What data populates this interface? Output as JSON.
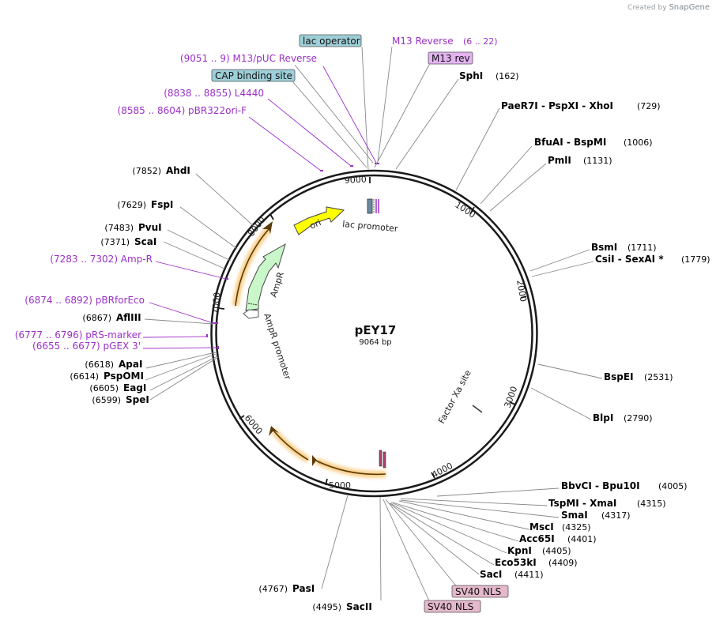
{
  "credit": {
    "prefix": "Created by",
    "brand": "SnapGene"
  },
  "plasmid": {
    "name": "pEY17",
    "length_label": "9064 bp",
    "length": 9064
  },
  "ticks": [
    "1000",
    "2000",
    "3000",
    "4000",
    "5000",
    "6000",
    "7000",
    "8000",
    "9000"
  ],
  "colors": {
    "feature_purple": "#9b30c8",
    "enzyme_text": "#000000",
    "ring": "#1a1a1a",
    "ori": "#ffff00",
    "ampR": "#c9f7c9",
    "box_blue": "#9ecfd8",
    "box_pink": "#e5b8cc",
    "m13_box": "#e3b3f0",
    "orange_glow": "#f7c46e"
  },
  "labels": [
    {
      "name": "lac operator",
      "type": "box_blue"
    },
    {
      "name": "M13 Reverse",
      "range": "(6 .. 22)",
      "type": "purple"
    },
    {
      "name": "M13 rev",
      "type": "box_m13"
    },
    {
      "name": "(9051 .. 9)  M13/pUC Reverse",
      "type": "purple"
    },
    {
      "name": "CAP binding site",
      "type": "box_blue"
    },
    {
      "name": "(8838 .. 8855)  L4440",
      "type": "purple"
    },
    {
      "name": "(8585 .. 8604)  pBR322ori-F",
      "type": "purple"
    },
    {
      "name": "SphI",
      "pos": "(162)",
      "type": "enzyme"
    },
    {
      "name": "PaeR7I  - PspXI  - XhoI",
      "pos": "(729)",
      "type": "enzyme"
    },
    {
      "name": "BfuAI  - BspMI",
      "pos": "(1006)",
      "type": "enzyme"
    },
    {
      "name": "PmlI",
      "pos": "(1131)",
      "type": "enzyme"
    },
    {
      "name": "BsmI",
      "pos": "(1711)",
      "type": "enzyme"
    },
    {
      "name": "CsiI  - SexAI *",
      "pos": "(1779)",
      "type": "enzyme"
    },
    {
      "name": "BspEI",
      "pos": "(2531)",
      "type": "enzyme"
    },
    {
      "name": "BlpI",
      "pos": "(2790)",
      "type": "enzyme"
    },
    {
      "name": "BbvCI  - Bpu10I",
      "pos": "(4005)",
      "type": "enzyme"
    },
    {
      "name": "TspMI  - XmaI",
      "pos": "(4315)",
      "type": "enzyme"
    },
    {
      "name": "SmaI",
      "pos": "(4317)",
      "type": "enzyme"
    },
    {
      "name": "MscI",
      "pos": "(4325)",
      "type": "enzyme"
    },
    {
      "name": "Acc65I",
      "pos": "(4401)",
      "type": "enzyme"
    },
    {
      "name": "KpnI",
      "pos": "(4405)",
      "type": "enzyme"
    },
    {
      "name": "Eco53kI",
      "pos": "(4409)",
      "type": "enzyme"
    },
    {
      "name": "SacI",
      "pos": "(4411)",
      "type": "enzyme"
    },
    {
      "name": "SV40 NLS",
      "type": "box_pink"
    },
    {
      "name": "SV40 NLS",
      "type": "box_pink"
    },
    {
      "name": "SacII",
      "pos": "(4495)",
      "type": "enzyme"
    },
    {
      "name": "PasI",
      "pos": "(4767)",
      "type": "enzyme"
    },
    {
      "name": "AhdI",
      "pos": "(7852)",
      "type": "enzyme"
    },
    {
      "name": "FspI",
      "pos": "(7629)",
      "type": "enzyme"
    },
    {
      "name": "PvuI",
      "pos": "(7483)",
      "type": "enzyme"
    },
    {
      "name": "ScaI",
      "pos": "(7371)",
      "type": "enzyme"
    },
    {
      "name": "(7283 .. 7302)  Amp-R",
      "type": "purple"
    },
    {
      "name": "(6874 .. 6892)  pBRforEco",
      "type": "purple"
    },
    {
      "name": "AflIII",
      "pos": "(6867)",
      "type": "enzyme"
    },
    {
      "name": "(6777 .. 6796)  pRS-marker",
      "type": "purple"
    },
    {
      "name": "(6655 .. 6677)  pGEX 3'",
      "type": "purple"
    },
    {
      "name": "ApaI",
      "pos": "(6618)",
      "type": "enzyme"
    },
    {
      "name": "PspOMI",
      "pos": "(6614)",
      "type": "enzyme"
    },
    {
      "name": "EagI",
      "pos": "(6605)",
      "type": "enzyme"
    },
    {
      "name": "SpeI",
      "pos": "(6599)",
      "type": "enzyme"
    }
  ],
  "inner_features": {
    "ori": "ori",
    "ampr": "AmpR",
    "ampr_promoter": "AmpR promoter",
    "lac_promoter": "lac promoter",
    "factor_xa": "Factor Xa site"
  }
}
